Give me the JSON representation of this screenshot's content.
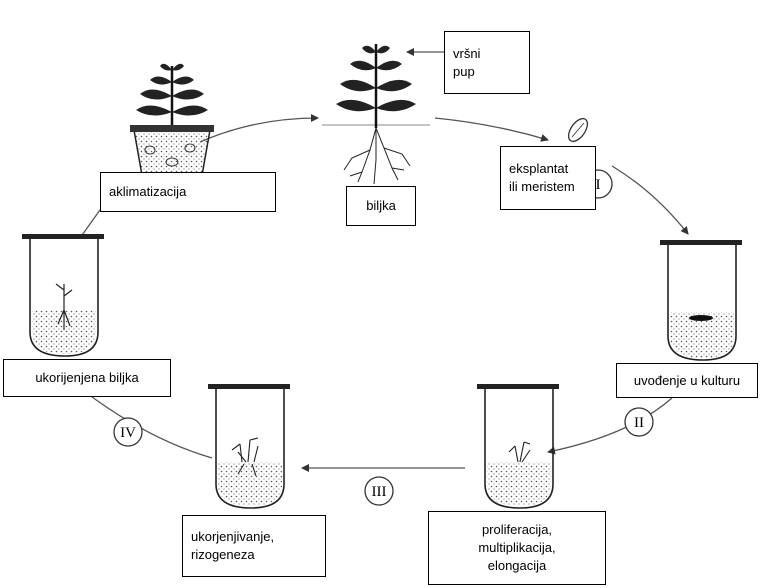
{
  "labels": {
    "vrsni_pup": [
      "vršni",
      "pup"
    ],
    "aklimatizacija": "aklimatizacija",
    "biljka": "biljka",
    "eksplantat": [
      "eksplantat",
      "ili meristem"
    ],
    "uvodenje": "uvođenje u kulturu",
    "ukorijenjena": "ukorijenjena biljka",
    "ukorjenjivanje": [
      "ukorjenjivanje,",
      "rizogeneza"
    ],
    "proliferacija": [
      "proliferacija,",
      "multiplikacija,",
      "elongacija"
    ]
  },
  "stages": [
    "I",
    "II",
    "III",
    "IV"
  ]
}
